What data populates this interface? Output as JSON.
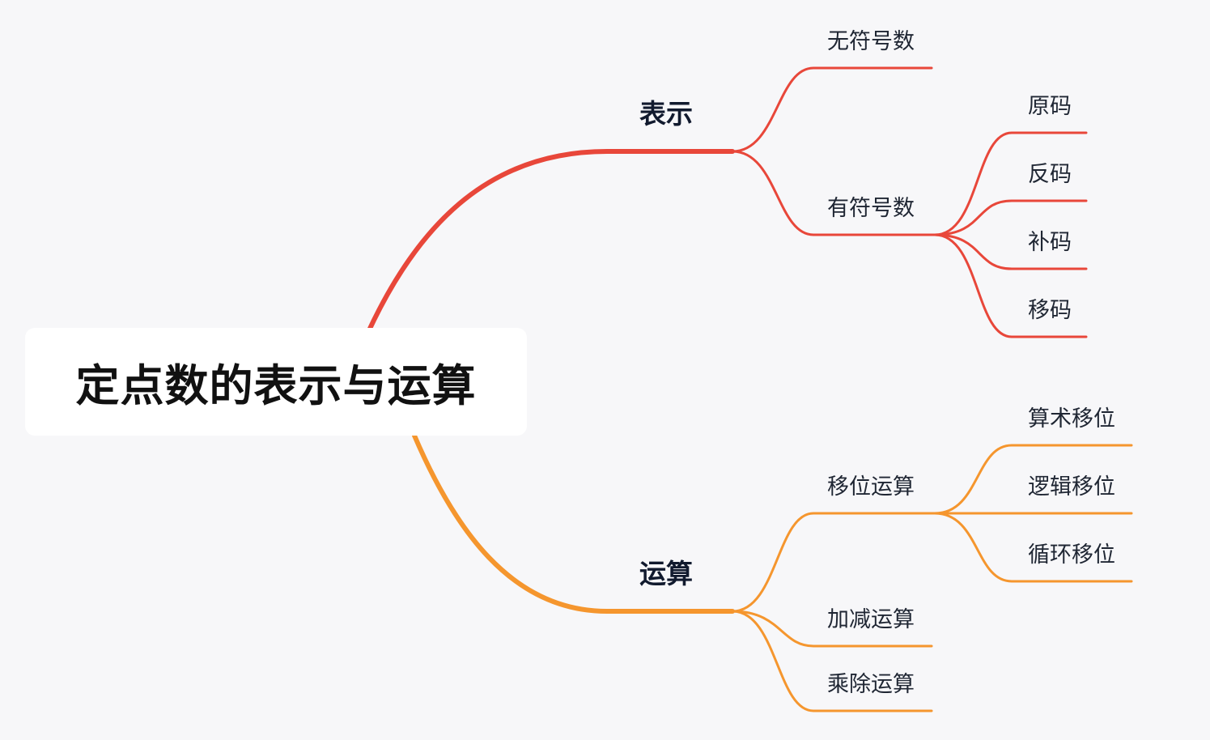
{
  "root": {
    "title": "定点数的表示与运算"
  },
  "branches": [
    {
      "label": "表示",
      "color": "#e8473a",
      "children": [
        {
          "label": "无符号数",
          "children": []
        },
        {
          "label": "有符号数",
          "children": [
            "原码",
            "反码",
            "补码",
            "移码"
          ]
        }
      ]
    },
    {
      "label": "运算",
      "color": "#f5962e",
      "children": [
        {
          "label": "移位运算",
          "children": [
            "算术移位",
            "逻辑移位",
            "循环移位"
          ]
        },
        {
          "label": "加减运算",
          "children": []
        },
        {
          "label": "乘除运算",
          "children": []
        }
      ]
    }
  ]
}
